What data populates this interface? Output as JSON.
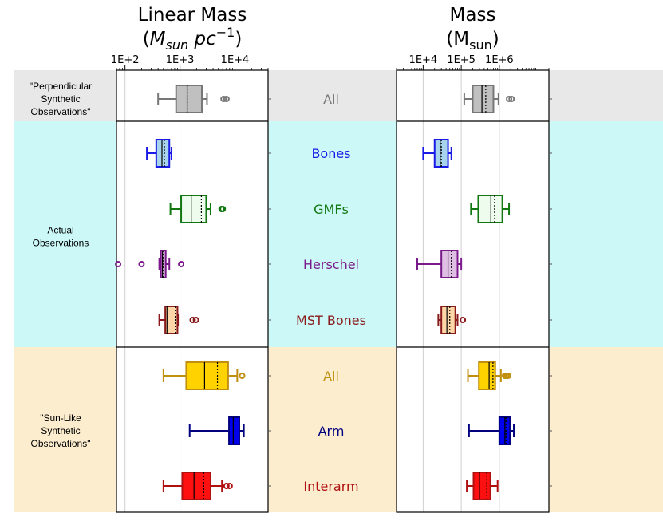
{
  "chart_data": {
    "type": "boxplot",
    "panels": [
      {
        "id": "linear-mass",
        "title_line1": "Linear Mass",
        "title_line2": "(M",
        "title_sub": "sun",
        "title_unit": "pc",
        "title_sup": "−1",
        "title_close": ")",
        "scale": "log",
        "xlim": [
          70,
          40000
        ],
        "ticks": [
          {
            "value": 100,
            "label": "1E+2"
          },
          {
            "value": 1000,
            "label": "1E+3"
          },
          {
            "value": 10000,
            "label": "1E+4"
          }
        ]
      },
      {
        "id": "mass",
        "title_line1": "Mass",
        "title_line2": "(M",
        "title_sub": "sun",
        "title_close": ")",
        "scale": "log",
        "xlim": [
          2000,
          20000000
        ],
        "ticks": [
          {
            "value": 10000,
            "label": "1E+4"
          },
          {
            "value": 100000,
            "label": "1E+5"
          },
          {
            "value": 1000000,
            "label": "1E+6"
          }
        ]
      }
    ],
    "groups": [
      {
        "label_lines": [
          "\"Perpendicular",
          "Synthetic",
          "Observations\""
        ],
        "color": "#e8e8e8",
        "rows": [
          0
        ]
      },
      {
        "label_lines": [
          "Actual",
          "Observations"
        ],
        "color": "#ccf8f8",
        "rows": [
          1,
          2,
          3,
          4
        ]
      },
      {
        "label_lines": [
          "\"Sun-Like",
          "Synthetic",
          "Observations\""
        ],
        "color": "#fcedcf",
        "rows": [
          5,
          6,
          7
        ]
      }
    ],
    "series": [
      {
        "name": "All",
        "color": "#777777",
        "fill": "#c0c0c0",
        "linear_mass": {
          "whislo": 400,
          "q1": 850,
          "med": 1350,
          "mean": 1350,
          "q3": 2500,
          "whishi": 3100,
          "fliers": [
            6200,
            7000
          ]
        },
        "mass": {
          "whislo": 120000,
          "q1": 200000,
          "med": 350000,
          "mean": 440000,
          "q3": 700000,
          "whishi": 950000,
          "fliers": [
            1800000,
            2100000
          ]
        }
      },
      {
        "name": "Bones",
        "color": "#1a1ae6",
        "fill": "#a7d4ec",
        "linear_mass": {
          "whislo": 250,
          "q1": 370,
          "med": 470,
          "mean": 520,
          "q3": 640,
          "whishi": 700,
          "fliers": []
        },
        "mass": {
          "whislo": 10000,
          "q1": 20000,
          "med": 28000,
          "mean": 30000,
          "q3": 45000,
          "whishi": 55000,
          "fliers": []
        }
      },
      {
        "name": "GMFs",
        "color": "#117711",
        "fill": "#eefcee",
        "linear_mass": {
          "whislo": 670,
          "q1": 1050,
          "med": 1600,
          "mean": 2450,
          "q3": 3000,
          "whishi": 3600,
          "fliers": [
            5700,
            6000
          ]
        },
        "mass": {
          "whislo": 180000,
          "q1": 280000,
          "med": 600000,
          "mean": 750000,
          "q3": 1200000,
          "whishi": 1800000,
          "fliers": []
        }
      },
      {
        "name": "Herschel",
        "color": "#7a1a8a",
        "fill": "#e0bfe5",
        "linear_mass": {
          "whislo": 420,
          "q1": 450,
          "med": 480,
          "mean": 500,
          "q3": 550,
          "whishi": 640,
          "fliers": [
            75,
            200,
            1050
          ]
        },
        "mass": {
          "whislo": 7000,
          "q1": 30000,
          "med": 45000,
          "mean": 55000,
          "q3": 80000,
          "whishi": 100000,
          "fliers": []
        }
      },
      {
        "name": "MST Bones",
        "color": "#8a1a1a",
        "fill": "#fdd7a7",
        "linear_mass": {
          "whislo": 420,
          "q1": 540,
          "med": 580,
          "mean": 820,
          "q3": 900,
          "whishi": 920,
          "fliers": [
            1700,
            1950
          ]
        },
        "mass": {
          "whislo": 25000,
          "q1": 30000,
          "med": 42000,
          "mean": 50000,
          "q3": 70000,
          "whishi": 80000,
          "fliers": [
            110000
          ]
        }
      },
      {
        "name": "All",
        "color": "#c08f10",
        "fill": "#ffd200",
        "linear_mass": {
          "whislo": 500,
          "q1": 1300,
          "med": 2800,
          "mean": 4800,
          "q3": 7500,
          "whishi": 11000,
          "fliers": [
            13500
          ]
        },
        "mass": {
          "whislo": 150000,
          "q1": 290000,
          "med": 540000,
          "mean": 680000,
          "q3": 780000,
          "whishi": 1100000,
          "fliers": [
            1400000,
            1550000,
            1700000
          ]
        }
      },
      {
        "name": "Arm",
        "color": "#000080",
        "fill": "#0000f0",
        "linear_mass": {
          "whislo": 1500,
          "q1": 7800,
          "med": 9300,
          "mean": 10000,
          "q3": 12000,
          "whishi": 14500,
          "fliers": []
        },
        "mass": {
          "whislo": 160000,
          "q1": 1000000,
          "med": 1400000,
          "mean": 1500000,
          "q3": 1900000,
          "whishi": 2400000,
          "fliers": []
        }
      },
      {
        "name": "Interarm",
        "color": "#b01010",
        "fill": "#ff1010",
        "linear_mass": {
          "whislo": 500,
          "q1": 1100,
          "med": 1800,
          "mean": 2700,
          "q3": 3600,
          "whishi": 5800,
          "fliers": [
            7000,
            8000
          ]
        },
        "mass": {
          "whislo": 140000,
          "q1": 210000,
          "med": 300000,
          "mean": 470000,
          "q3": 580000,
          "whishi": 900000,
          "fliers": []
        }
      }
    ]
  }
}
